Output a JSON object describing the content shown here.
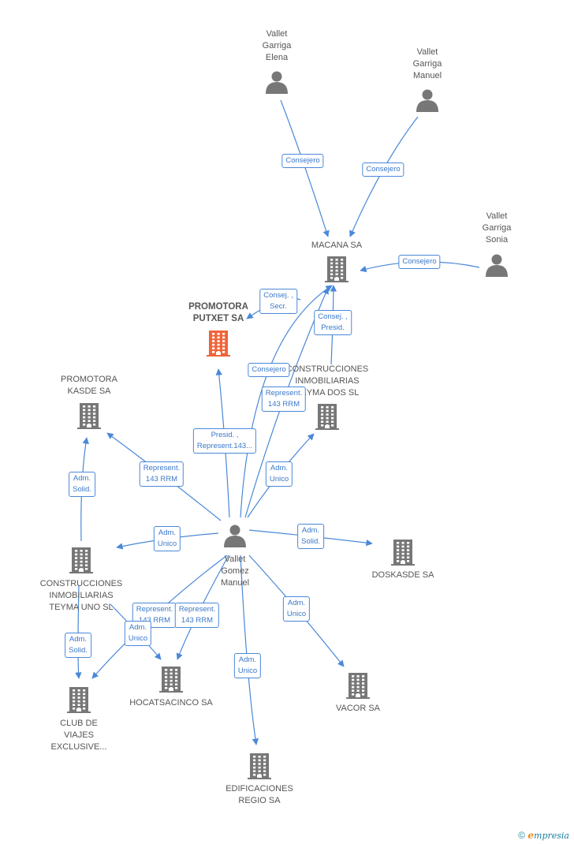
{
  "colors": {
    "edge": "#4a88d8",
    "node": "#777777",
    "center": "#f0643a",
    "label": "#555555"
  },
  "nodes": [
    {
      "id": "elena",
      "type": "person",
      "label": "Vallet\nGarriga\nElena"
    },
    {
      "id": "manuelg",
      "type": "person",
      "label": "Vallet\nGarriga\nManuel"
    },
    {
      "id": "sonia",
      "type": "person",
      "label": "Vallet\nGarriga\nSonia"
    },
    {
      "id": "macana",
      "type": "company",
      "label": "MACANA SA"
    },
    {
      "id": "putxet",
      "type": "company",
      "center": true,
      "label": "PROMOTORA\nPUTXET SA"
    },
    {
      "id": "teymados",
      "type": "company",
      "label": "CONSTRUCCIONES\nINMOBILIARIAS\nTEYMA DOS SL"
    },
    {
      "id": "kasde",
      "type": "company",
      "label": "PROMOTORA\nKASDE SA"
    },
    {
      "id": "vgm",
      "type": "person",
      "label": "Vallet\nGomez\nManuel"
    },
    {
      "id": "teymauno",
      "type": "company",
      "label": "CONSTRUCCIONES\nINMOBILIARIAS\nTEYMA UNO SL"
    },
    {
      "id": "doskasde",
      "type": "company",
      "label": "DOSKASDE SA"
    },
    {
      "id": "club",
      "type": "company",
      "label": "CLUB DE\nVIAJES\nEXCLUSIVE..."
    },
    {
      "id": "hocat",
      "type": "company",
      "label": "HOCATSACINCO SA"
    },
    {
      "id": "vacor",
      "type": "company",
      "label": "VACOR SA"
    },
    {
      "id": "edif",
      "type": "company",
      "label": "EDIFICACIONES\nREGIO SA"
    }
  ],
  "edges": [
    {
      "from": "elena",
      "to": "macana",
      "label": "Consejero"
    },
    {
      "from": "manuelg",
      "to": "macana",
      "label": "Consejero"
    },
    {
      "from": "sonia",
      "to": "macana",
      "label": "Consejero"
    },
    {
      "from": "macana",
      "to": "putxet",
      "label": "Consej. ,\nSecr."
    },
    {
      "from": "teymados",
      "to": "macana",
      "label": "Consej. ,\nPresid."
    },
    {
      "from": "vgm",
      "to": "macana",
      "label": "Consejero"
    },
    {
      "from": "vgm",
      "to": "macana",
      "label": "Represent.\n143 RRM"
    },
    {
      "from": "vgm",
      "to": "putxet",
      "label": "Presid. ,\nRepresent.143..."
    },
    {
      "from": "vgm",
      "to": "teymados",
      "label": "Adm.\nUnico"
    },
    {
      "from": "vgm",
      "to": "kasde",
      "label": "Represent.\n143 RRM"
    },
    {
      "from": "teymauno",
      "to": "kasde",
      "label": "Adm.\nSolid."
    },
    {
      "from": "vgm",
      "to": "teymauno",
      "label": "Adm.\nUnico"
    },
    {
      "from": "vgm",
      "to": "doskasde",
      "label": "Adm.\nSolid."
    },
    {
      "from": "teymauno",
      "to": "club",
      "label": "Adm.\nSolid."
    },
    {
      "from": "vgm",
      "to": "club",
      "label": "Represent.\n143 RRM"
    },
    {
      "from": "teymauno",
      "to": "hocat",
      "label": "Adm.\nUnico"
    },
    {
      "from": "vgm",
      "to": "hocat",
      "label": "Represent.\n143 RRM"
    },
    {
      "from": "vgm",
      "to": "vacor",
      "label": "Adm.\nUnico"
    },
    {
      "from": "vgm",
      "to": "edif",
      "label": "Adm.\nUnico"
    }
  ],
  "footer": {
    "copyright": "©",
    "brand_e": "e",
    "brand_rest": "mpresia"
  }
}
